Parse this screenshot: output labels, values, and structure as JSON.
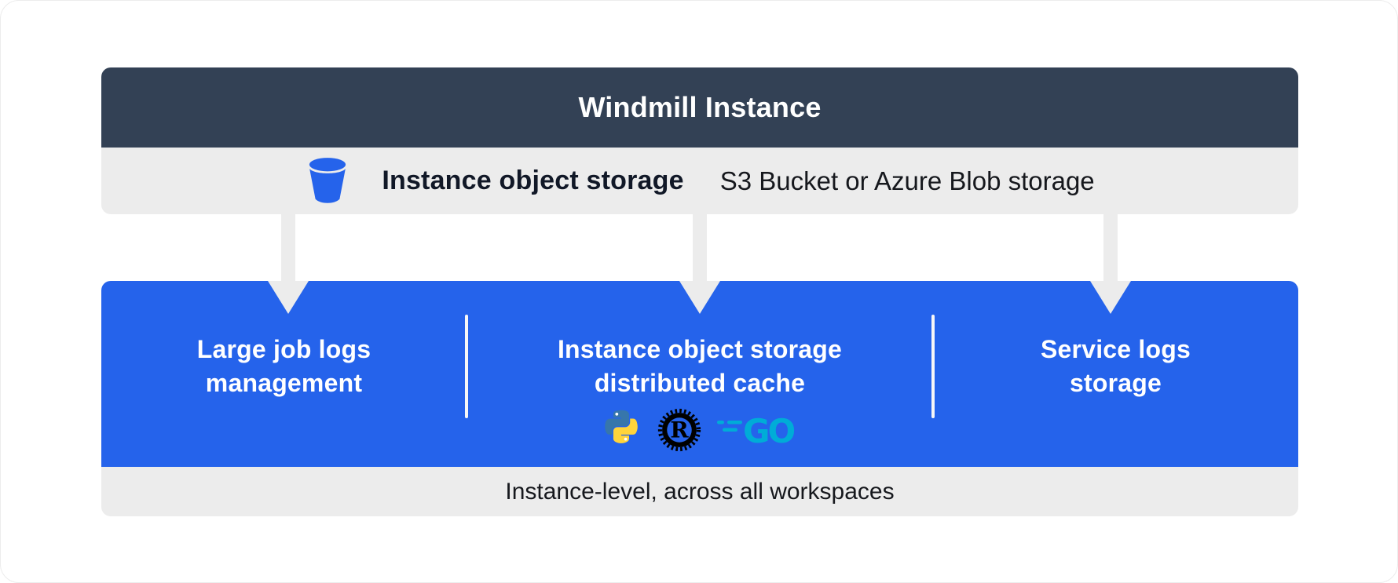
{
  "header": {
    "title": "Windmill Instance"
  },
  "storage_row": {
    "icon": "bucket-icon",
    "label": "Instance object storage",
    "sublabel": "S3 Bucket or Azure Blob storage"
  },
  "sections": [
    {
      "id": "large-job-logs",
      "lines": [
        "Large job logs",
        "management"
      ]
    },
    {
      "id": "distributed-cache",
      "lines": [
        "Instance object storage",
        "distributed cache"
      ],
      "icons": [
        "python-icon",
        "rust-icon",
        "go-icon"
      ]
    },
    {
      "id": "service-logs",
      "lines": [
        "Service logs",
        "storage"
      ]
    }
  ],
  "footer": {
    "label": "Instance-level, across all workspaces"
  },
  "colors": {
    "header_bg": "#334155",
    "panel_blue": "#2563eb",
    "bar_gray": "#ececec",
    "text_dark": "#16181d",
    "python_blue": "#3776AB",
    "python_yellow": "#FFD43B",
    "rust_black": "#000000",
    "go_teal": "#00ACD7"
  }
}
